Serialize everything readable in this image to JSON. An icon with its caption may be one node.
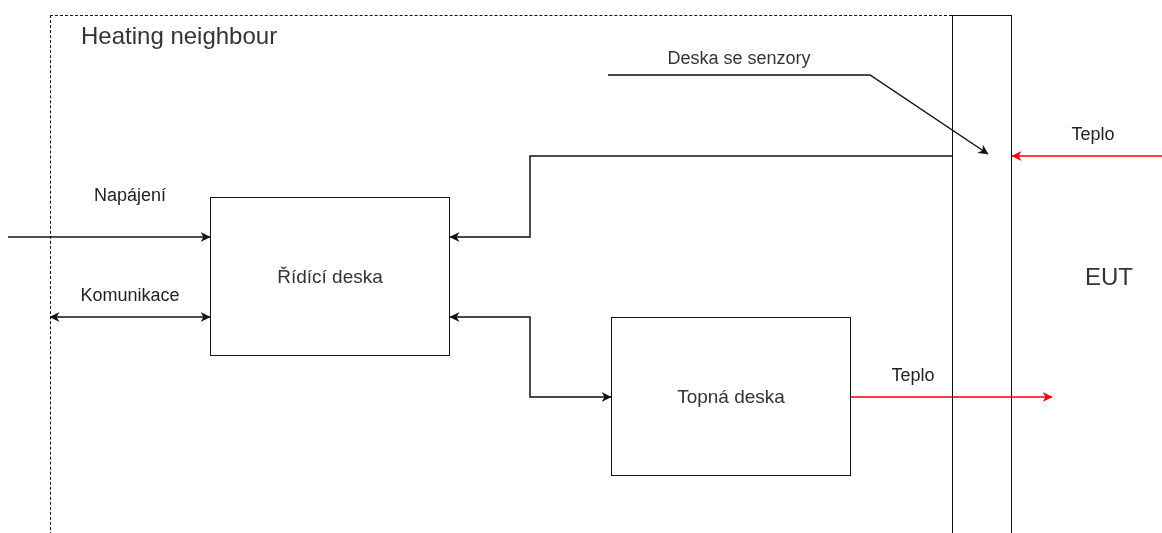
{
  "diagram": {
    "nodes": [
      {
        "text": [
          "Heating neighbour"
        ]
      },
      {
        "text": [
          "Deska se senzory"
        ],
        "in": 0
      },
      {
        "text": [],
        "shape": "bar"
      },
      {
        "text": [
          "Řídící deska"
        ],
        "in": 0
      },
      {
        "text": [
          "Topná deska"
        ],
        "in": 0
      }
    ],
    "edges": [
      {
        "from": 1,
        "to": 2,
        "arrow": "to"
      },
      {
        "from": 2,
        "to": 3,
        "arrow": "to"
      },
      {
        "from": null,
        "to": 3,
        "arrow": "to",
        "label": "Napájení"
      },
      {
        "from": null,
        "to": 3,
        "arrow": "both",
        "label": "Komunikace"
      },
      {
        "from": 3,
        "to": 4,
        "arrow": "both"
      },
      {
        "from": 4,
        "to": null,
        "arrow": "to",
        "label": "Teplo",
        "color": "#ff0000"
      },
      {
        "from": null,
        "to": 2,
        "arrow": "to",
        "label": "Teplo",
        "color": "#ff0000"
      }
    ],
    "labels": [
      "EUT"
    ]
  }
}
